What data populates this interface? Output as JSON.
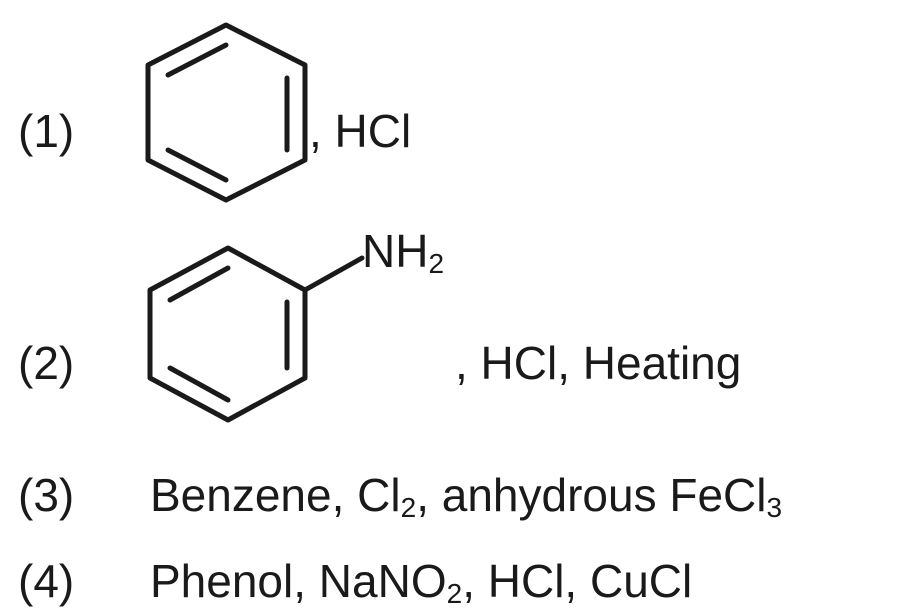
{
  "options": [
    {
      "number": "(1)",
      "reagent": ", HCl",
      "structure_icon": "benzene-ring-icon"
    },
    {
      "number": "(2)",
      "reagent": ", HCl, Heating",
      "substituent": "NH",
      "substituent_subscript": "2",
      "structure_icon": "aniline-ring-icon"
    },
    {
      "number": "(3)",
      "text_parts": [
        "Benzene, Cl",
        "2",
        ", anhydrous FeCl",
        "3"
      ]
    },
    {
      "number": "(4)",
      "text_parts": [
        "Phenol, NaNO",
        "2",
        ", HCl, CuCl"
      ]
    }
  ]
}
